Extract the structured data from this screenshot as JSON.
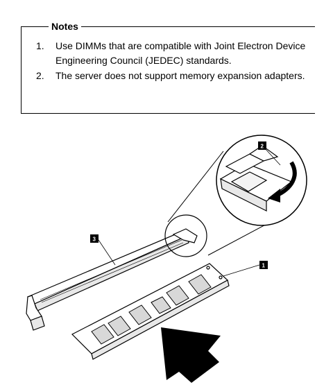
{
  "notes": {
    "title": "Notes",
    "items": [
      {
        "number": "1.",
        "text": "Use DIMMs that are compatible with Joint Electron Device Engineering Council (JEDEC) standards."
      },
      {
        "number": "2.",
        "text": "The server does not support memory expansion adapters."
      }
    ]
  },
  "figure": {
    "callouts": [
      "1",
      "2",
      "3"
    ]
  }
}
